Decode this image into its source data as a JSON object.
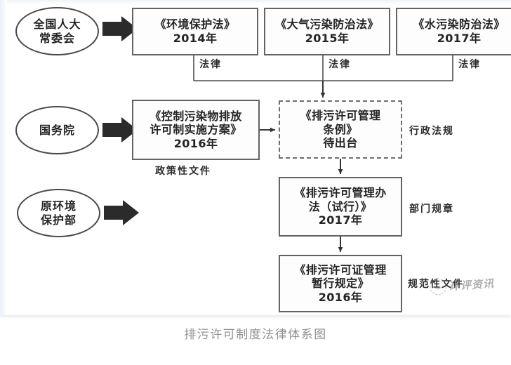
{
  "caption": "排污许可制度法律体系图",
  "watermark": {
    "text": "环评资讯",
    "logo_icon": "leaf-circle-icon"
  },
  "issuers": [
    {
      "id": "npc",
      "label": "全国人大\n常委会"
    },
    {
      "id": "state-council",
      "label": "国务院"
    },
    {
      "id": "former-mep",
      "label": "原环境\n保护部"
    }
  ],
  "laws": [
    {
      "id": "epl",
      "title": "《环境保护法》",
      "year": "2014年",
      "tier": "法律"
    },
    {
      "id": "apcl",
      "title": "《大气污染防治法》",
      "year": "2015年",
      "tier": "法律"
    },
    {
      "id": "wpcl",
      "title": "《水污染防治法》",
      "year": "2017年",
      "tier": "法律"
    }
  ],
  "documents": [
    {
      "id": "policy-plan",
      "title": "《控制污染物排放\n许可制实施方案》",
      "year": "2016年",
      "tier": "政策性文件",
      "style": "solid"
    },
    {
      "id": "regulation-draft",
      "title": "《排污许可管理\n条例》",
      "year": "待出台",
      "tier": "行政法规",
      "style": "dashed"
    },
    {
      "id": "dept-rule",
      "title": "《排污许可管理办\n法（试行）》",
      "year": "2017年",
      "tier": "部门规章",
      "style": "solid"
    },
    {
      "id": "interim-provision",
      "title": "《排污许可证管理\n暂行规定》",
      "year": "2016年",
      "tier": "规范性文件",
      "style": "solid"
    }
  ],
  "colors": {
    "box_border": "#636363",
    "ellipse_border": "#4a4a4a",
    "arrow_thick": "#2b2b2b",
    "line": "#4f4f4f",
    "text": "#242424",
    "caption_text": "#8e9196"
  }
}
